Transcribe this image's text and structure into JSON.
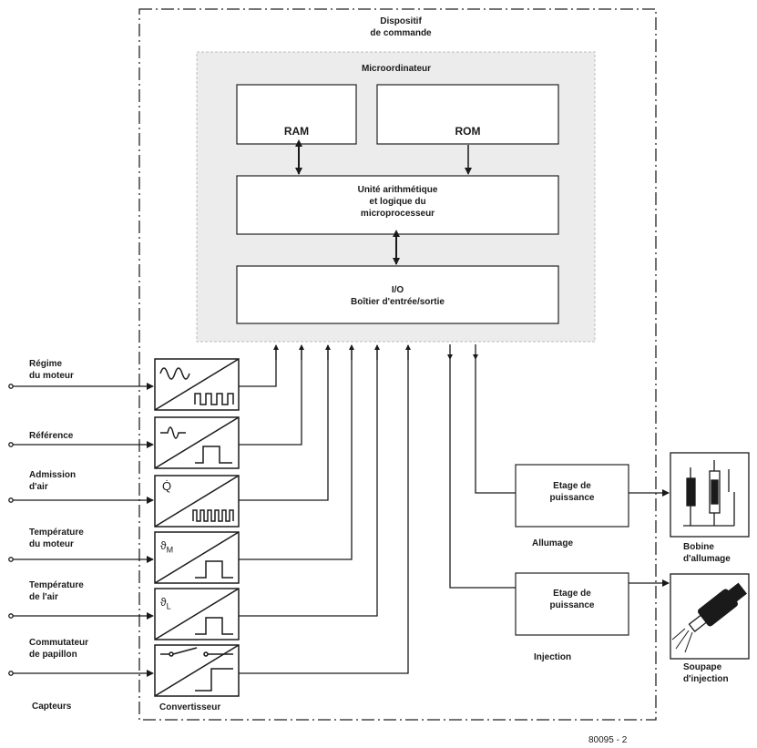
{
  "control_unit_title": [
    "Dispositif",
    "de commande"
  ],
  "microcomputer_title": "Microordinateur",
  "ram": "RAM",
  "rom": "ROM",
  "alu": [
    "Unité arithmétique",
    "et logique du",
    "microprocesseur"
  ],
  "io": [
    "I/O",
    "Boîtier d'entrée/sortie"
  ],
  "sensors": [
    {
      "label": [
        "Régime",
        "du moteur"
      ],
      "symbol": "sine-to-pulse-train-icon"
    },
    {
      "label": [
        "Référence"
      ],
      "symbol": "spike-to-single-pulse-icon"
    },
    {
      "label": [
        "Admission",
        "d'air"
      ],
      "symbol": "airflow-to-pulse-train-icon",
      "sym_text": "Q̇"
    },
    {
      "label": [
        "Température",
        "du moteur"
      ],
      "symbol": "temperature-to-pulse-icon",
      "sym_text": "ϑ",
      "sym_sub": "M"
    },
    {
      "label": [
        "Température",
        "de l'air"
      ],
      "symbol": "temperature-to-pulse-icon",
      "sym_text": "ϑ",
      "sym_sub": "L"
    },
    {
      "label": [
        "Commutateur",
        "de papillon"
      ],
      "symbol": "switch-to-step-icon"
    }
  ],
  "sensors_caption": "Capteurs",
  "converter_caption": "Convertisseur",
  "stage_label": [
    "Etage de",
    "puissance"
  ],
  "ignition_caption": "Allumage",
  "injection_caption": "Injection",
  "coil_label": [
    "Bobine",
    "d'allumage"
  ],
  "valve_label": [
    "Soupape",
    "d'injection"
  ],
  "figure_code": "80095 - 2"
}
